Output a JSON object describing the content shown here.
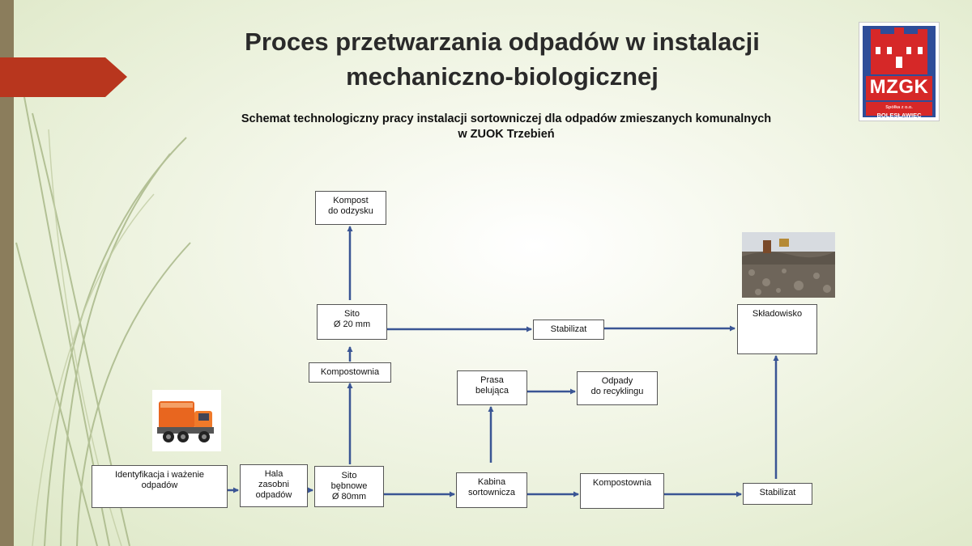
{
  "slide": {
    "title": "Proces przetwarzania odpadów w instalacji\nmechaniczno-biologicznej",
    "subtitle": "Schemat technologiczny pracy instalacji sortowniczej dla odpadów zmieszanych komunalnych\nw ZUOK Trzebień"
  },
  "logo": {
    "abbr": "MZGK",
    "company": "Spółka z o.o.",
    "city": "BOLESŁAWIEC",
    "colors": {
      "blue": "#2e4d99",
      "red": "#d62828"
    }
  },
  "diagram": {
    "nodes": {
      "identyfikacja": "Identyfikacja i ważenie\nodpadów",
      "hala": "Hala\nzasobni\nodpadów",
      "sito_bebnowe": "Sito\nbębnowe\nØ 80mm",
      "kabina": "Kabina\nsortownicza",
      "kompostownia_bottom": "Kompostownia",
      "stabilizat_bottom": "Stabilizat",
      "kompostownia_mid": "Kompostownia",
      "sito_20": "Sito\nØ 20 mm",
      "kompost": "Kompost\ndo odzysku",
      "stabilizat_mid": "Stabilizat",
      "skladowisko": "Składowisko",
      "prasa": "Prasa\nbelująca",
      "odpady_recykling": "Odpady\ndo recyklingu"
    },
    "arrow_color": "#3a5594"
  },
  "theme": {
    "accent": "#b8361e",
    "band": "#8b7d5c"
  }
}
